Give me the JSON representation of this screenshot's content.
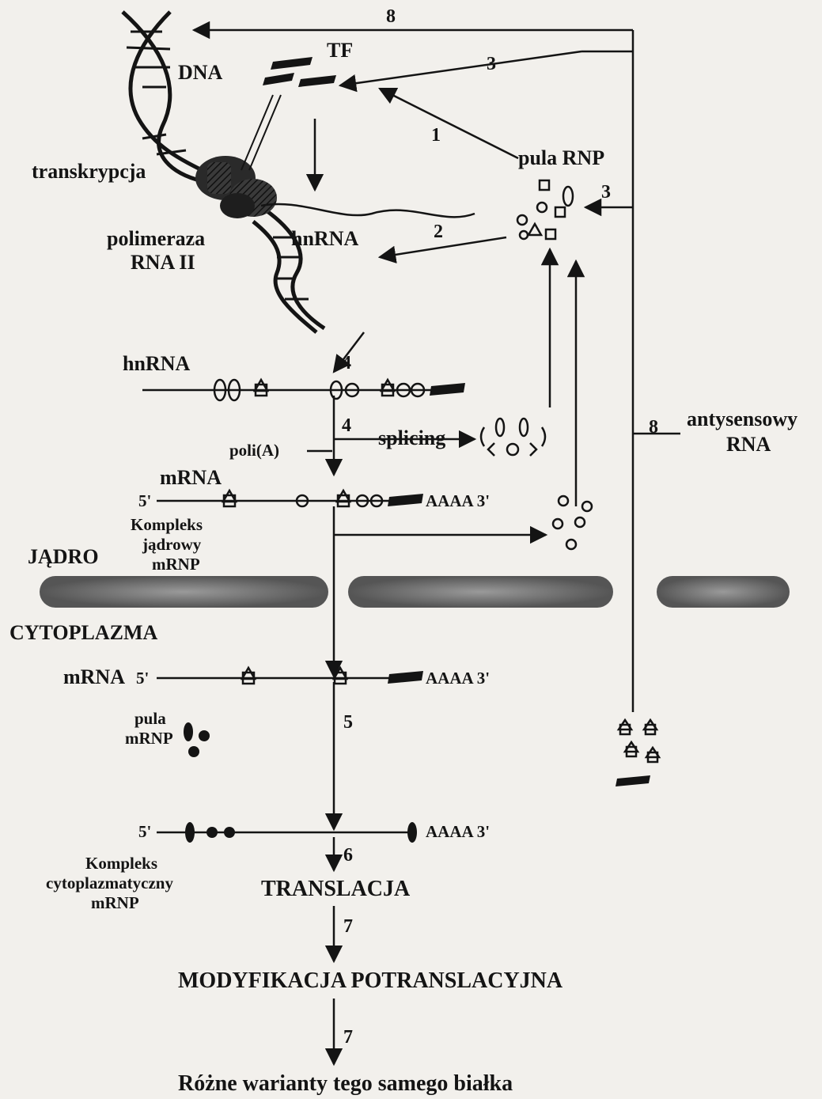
{
  "labels": {
    "dna": "DNA",
    "tf": "TF",
    "transkrypcja": "transkrypcja",
    "pula_rnp": "pula RNP",
    "polimeraza_line1": "polimeraza",
    "polimeraza_line2": "RNA II",
    "hnrna_upper": "hnRNA",
    "hnrna_left": "hnRNA",
    "splicing": "splicing",
    "poli_a": "poli(A)",
    "antysensowy_line1": "antysensowy",
    "antysensowy_line2": "RNA",
    "mrna_nuc": "mRNA",
    "five_prime_nuc": "5'",
    "aaaa_nuc": "AAAA 3'",
    "kompleks_jadrowy_line1": "Kompleks",
    "kompleks_jadrowy_line2": "jądrowy",
    "kompleks_jadrowy_line3": "mRNP",
    "jadro": "JĄDRO",
    "cytoplazma": "CYTOPLAZMA",
    "mrna_cyto": "mRNA",
    "five_prime_cyto": "5'",
    "aaaa_cyto": "AAAA 3'",
    "pula_mrnp_line1": "pula",
    "pula_mrnp_line2": "mRNP",
    "five_prime_final": "5'",
    "aaaa_final": "AAAA 3'",
    "kompleks_cyto_line1": "Kompleks",
    "kompleks_cyto_line2": "cytoplazmatyczny",
    "kompleks_cyto_line3": "mRNP",
    "translacja": "TRANSLACJA",
    "modyfikacja": "MODYFIKACJA POTRANSLACYJNA",
    "rozne": "Różne warianty tego samego białka"
  },
  "step_numbers": {
    "n8_top": "8",
    "n3_top": "3",
    "n1": "1",
    "n3_right": "3",
    "n2": "2",
    "n4_upper": "4",
    "n4_splicing": "4",
    "n8_right": "8",
    "n5": "5",
    "n6": "6",
    "n7_first": "7",
    "n7_second": "7"
  },
  "colors": {
    "ink": "#141414",
    "paper": "#f2f0ec",
    "membrane": "#6f6f6f"
  }
}
